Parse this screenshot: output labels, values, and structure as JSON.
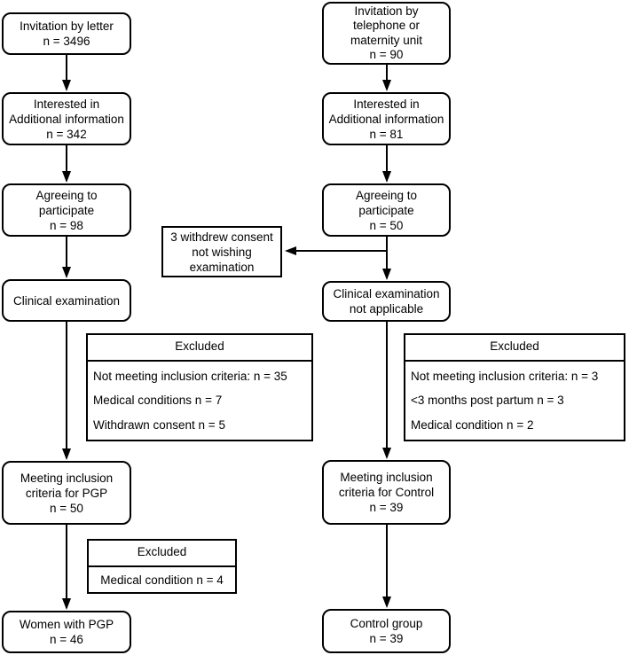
{
  "diagram": {
    "background": "#ffffff",
    "box_border_color": "#000000",
    "arrow_color": "#000000"
  },
  "boxes": {
    "invitation_letter": {
      "text": "Invitation by letter\nn = 3496"
    },
    "invitation_telephone": {
      "text": "Invitation by\ntelephone or\nmaternity unit\nn = 90"
    },
    "interested_left": {
      "text": "Interested in\nAdditional information\nn = 342"
    },
    "interested_right": {
      "text": "Interested in\nAdditional information\nn = 81"
    },
    "agreeing_left": {
      "text": "Agreeing to\nparticipate\nn = 98"
    },
    "agreeing_right": {
      "text": "Agreeing to\nparticipate\nn = 50"
    },
    "withdrew": {
      "text": "3 withdrew consent\nnot wishing\nexamination"
    },
    "clinical_left": {
      "text": "Clinical examination"
    },
    "clinical_right": {
      "text": "Clinical examination\nnot applicable"
    },
    "excluded_left": {
      "header": "Excluded",
      "items": [
        "Not meeting inclusion criteria: n = 35",
        "Medical conditions n = 7",
        "Withdrawn consent n = 5"
      ]
    },
    "excluded_right": {
      "header": "Excluded",
      "items": [
        "Not meeting inclusion criteria: n = 3",
        "<3 months post partum n = 3",
        "Medical condition n = 2"
      ]
    },
    "meeting_left": {
      "text": "Meeting inclusion\ncriteria for PGP\nn = 50"
    },
    "meeting_right": {
      "text": "Meeting inclusion\ncriteria for Control\nn = 39"
    },
    "excluded_small": {
      "header": "Excluded",
      "items": [
        "Medical condition n = 4"
      ]
    },
    "women_pgp": {
      "text": "Women with PGP\nn = 46"
    },
    "control_group": {
      "text": "Control group\nn = 39"
    }
  }
}
